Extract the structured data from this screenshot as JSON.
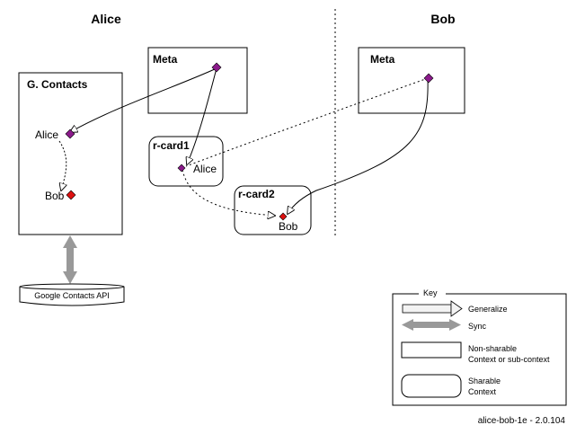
{
  "columns": {
    "left": "Alice",
    "right": "Bob"
  },
  "boxes": {
    "gcontacts": "G. Contacts",
    "meta_alice": "Meta",
    "meta_bob": "Meta",
    "rcard1": "r-card1",
    "rcard2": "r-card2"
  },
  "nodes": {
    "gc_alice": "Alice",
    "gc_bob": "Bob",
    "rcard1_alice": "Alice",
    "rcard2_bob": "Bob"
  },
  "api": {
    "label": "Google Contacts API"
  },
  "key": {
    "title": "Key",
    "generalize": "Generalize",
    "sync": "Sync",
    "non_sharable_line1": "Non-sharable",
    "non_sharable_line2": "Context or sub-context",
    "sharable_line1": "Sharable",
    "sharable_line2": "Context"
  },
  "footer": "alice-bob-1e - 2.0.104",
  "colors": {
    "purple_node": "#8b1a8b",
    "red_node": "#dd1111",
    "arrow_gray": "#999999"
  }
}
